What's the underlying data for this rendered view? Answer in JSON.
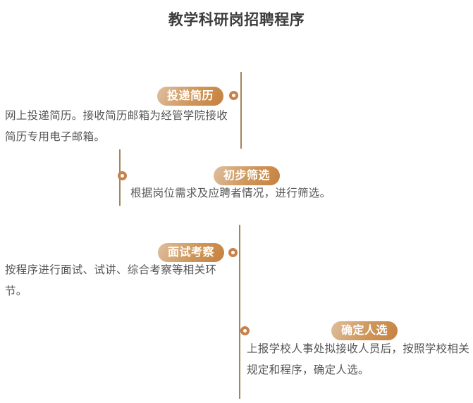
{
  "page": {
    "title": "教学科研岗招聘程序"
  },
  "steps": [
    {
      "label": "投递简历",
      "desc_lines": [
        "网上投递简历。接收简历邮箱为经管学院接收",
        "简历专用电子邮箱。"
      ]
    },
    {
      "label": "初步筛选",
      "desc_lines": [
        "根据岗位需求及应聘者情况，进行筛选。"
      ]
    },
    {
      "label": "面试考察",
      "desc_lines": [
        "按程序进行面试、试讲、综合考察等相关环",
        "节。"
      ]
    },
    {
      "label": "确定人选",
      "desc_lines": [
        "上报学校人事处拟接收人员后，按照学校相关",
        "规定和程序，确定人选。"
      ]
    }
  ],
  "colors": {
    "title_text": "#3c3c3c",
    "body_text": "#555555",
    "line_color": "#a3855a",
    "ring_color": "#c9814b",
    "badge_text": "#ffffff",
    "badge_grad_start": "#debfa0",
    "badge_grad_mid": "#cf9659",
    "badge_grad_end": "#c6813f"
  }
}
